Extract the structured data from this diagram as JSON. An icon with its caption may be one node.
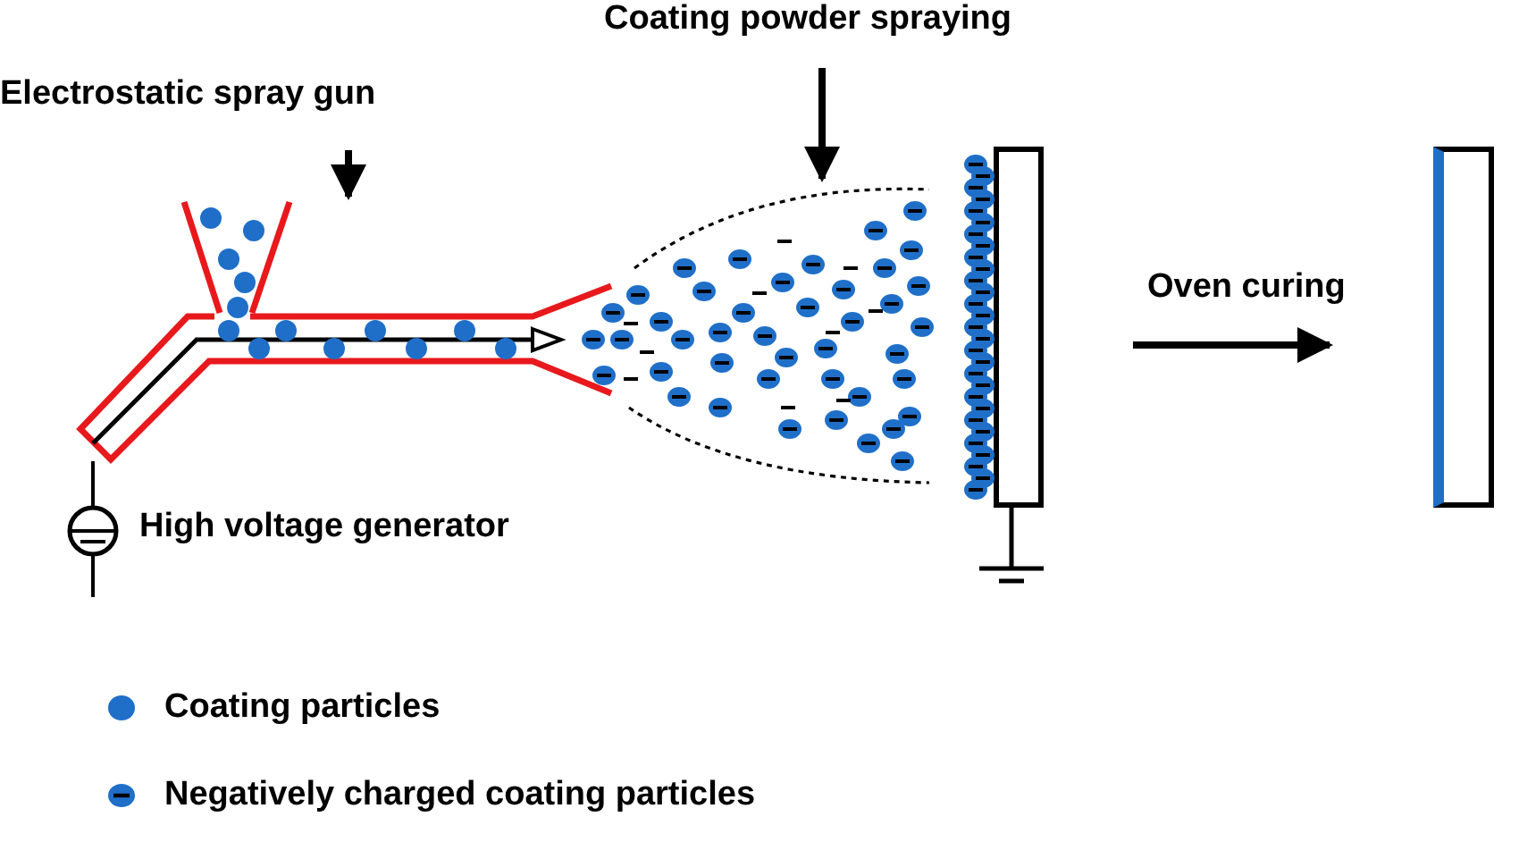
{
  "diagram": {
    "nodes": [
      {
        "text": [
          "Electrostatic spray gun"
        ]
      },
      {
        "text": [],
        "shape": "picture"
      },
      {
        "text": [
          "Coating powder spraying"
        ]
      },
      {
        "text": [],
        "shape": "picture"
      },
      {
        "text": [],
        "shape": "box"
      },
      {
        "text": [],
        "shape": "box"
      }
    ],
    "edges": [
      {
        "from": 0,
        "to": 1,
        "arrow": "to"
      },
      {
        "from": 2,
        "to": 3,
        "arrow": "to"
      },
      {
        "from": 4,
        "to": 5,
        "arrow": "to",
        "label": "Oven curing"
      }
    ],
    "labels": [
      "High voltage generator"
    ],
    "legend": [
      {
        "text": "Coating particles"
      },
      {
        "text": "Negatively charged coating particles"
      }
    ]
  }
}
